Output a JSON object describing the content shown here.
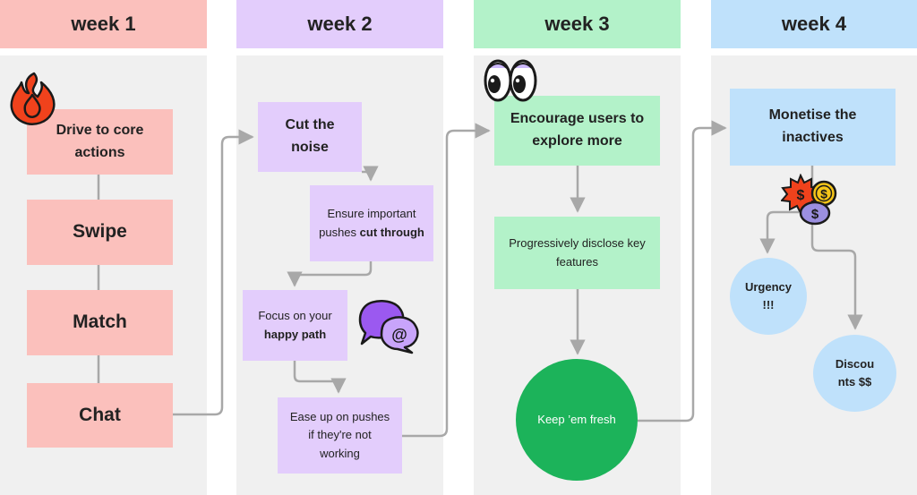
{
  "weeks": [
    {
      "title": "week 1",
      "color": "#fbc0bc"
    },
    {
      "title": "week 2",
      "color": "#e3cdfc"
    },
    {
      "title": "week 3",
      "color": "#b3f2c9"
    },
    {
      "title": "week 4",
      "color": "#bfe1fb"
    }
  ],
  "week1": {
    "drive": "Drive to core actions",
    "swipe": "Swipe",
    "match": "Match",
    "chat": "Chat"
  },
  "week2": {
    "cut": "Cut the noise",
    "ensure": {
      "pre": "Ensure important pushes ",
      "bold": "cut through"
    },
    "focus": {
      "pre": "Focus on your ",
      "bold": "happy path"
    },
    "ease": "Ease up on pushes if they're not working"
  },
  "week3": {
    "encourage": "Encourage users to explore more",
    "progressive": "Progressively disclose key features",
    "fresh": "Keep ’em fresh"
  },
  "week4": {
    "monetise": "Monetise the inactives",
    "urgency": "Urgency !!!",
    "discounts": "Discou nts $$"
  },
  "stickers": {
    "at_symbol": "@",
    "dollar": "$"
  },
  "icons": [
    "fire-icon",
    "chat-bubbles-icon",
    "eyes-icon",
    "money-coins-icon"
  ],
  "colors": {
    "connector": "#a8a8a8",
    "fresh_circle": "#1cb35a",
    "fire": "#f0421c",
    "chat": "#9b59f0"
  }
}
